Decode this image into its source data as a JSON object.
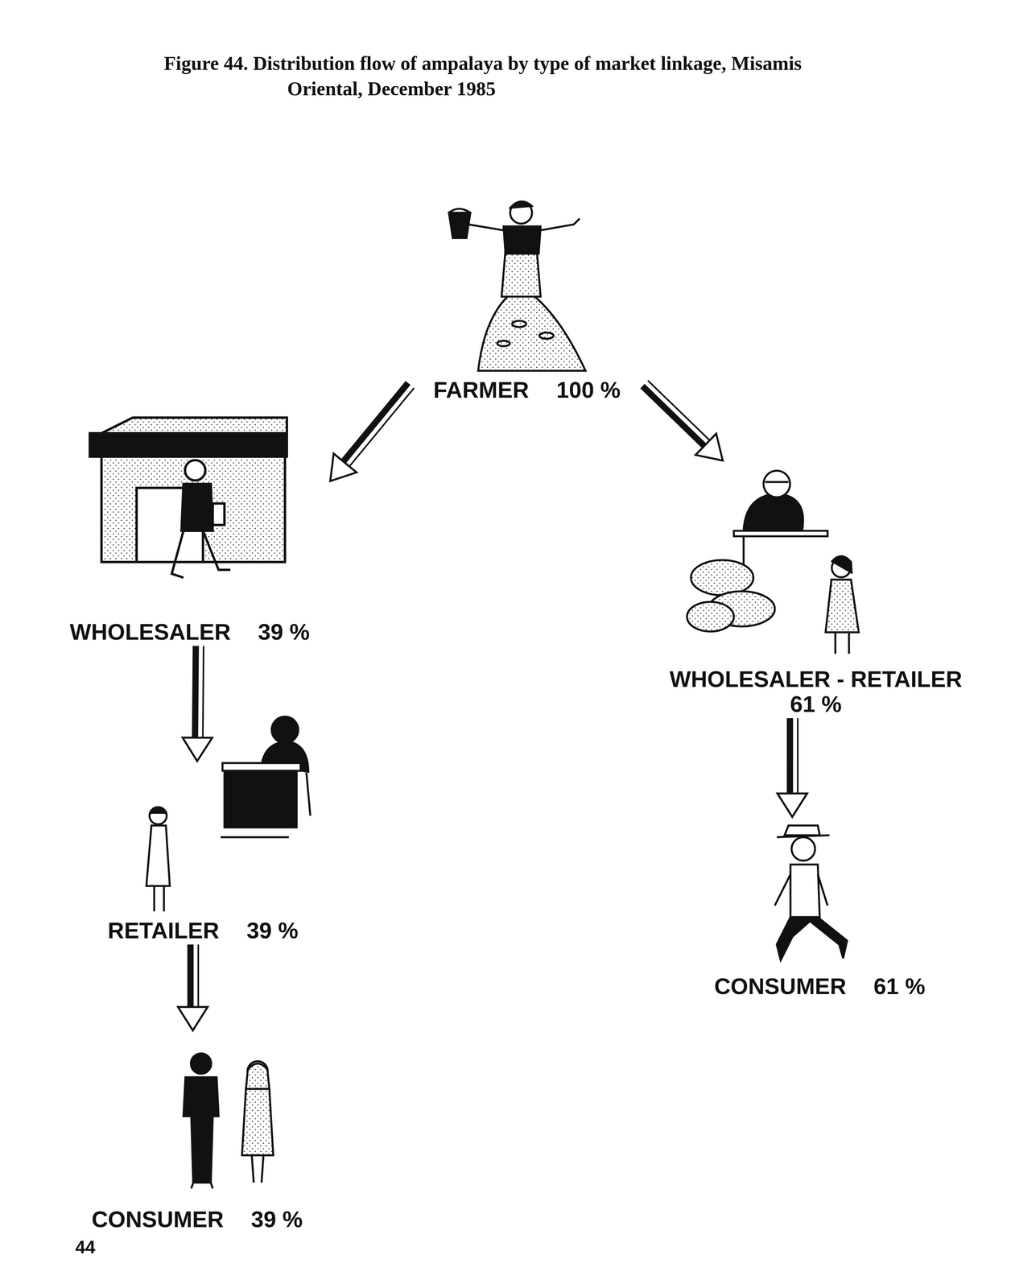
{
  "diagram": {
    "title": "Figure 44. Distribution flow of ampalaya by type of market linkage, Misamis Oriental, December 1985",
    "nodes": [
      {
        "text": [
          "FARMER",
          "100 %"
        ]
      },
      {
        "text": [
          "WHOLESALER",
          "39 %"
        ]
      },
      {
        "text": [
          "WHOLESALER - RETAILER",
          "61 %"
        ]
      },
      {
        "text": [
          "RETAILER",
          "39 %"
        ]
      },
      {
        "text": [
          "CONSUMER",
          "61 %"
        ]
      },
      {
        "text": [
          "CONSUMER",
          "39 %"
        ]
      }
    ],
    "edges": [
      {
        "from": 0,
        "to": 1,
        "arrow": "to"
      },
      {
        "from": 0,
        "to": 2,
        "arrow": "to"
      },
      {
        "from": 1,
        "to": 3,
        "arrow": "to"
      },
      {
        "from": 2,
        "to": 4,
        "arrow": "to"
      },
      {
        "from": 3,
        "to": 5,
        "arrow": "to"
      }
    ],
    "labels": [
      "44"
    ]
  }
}
